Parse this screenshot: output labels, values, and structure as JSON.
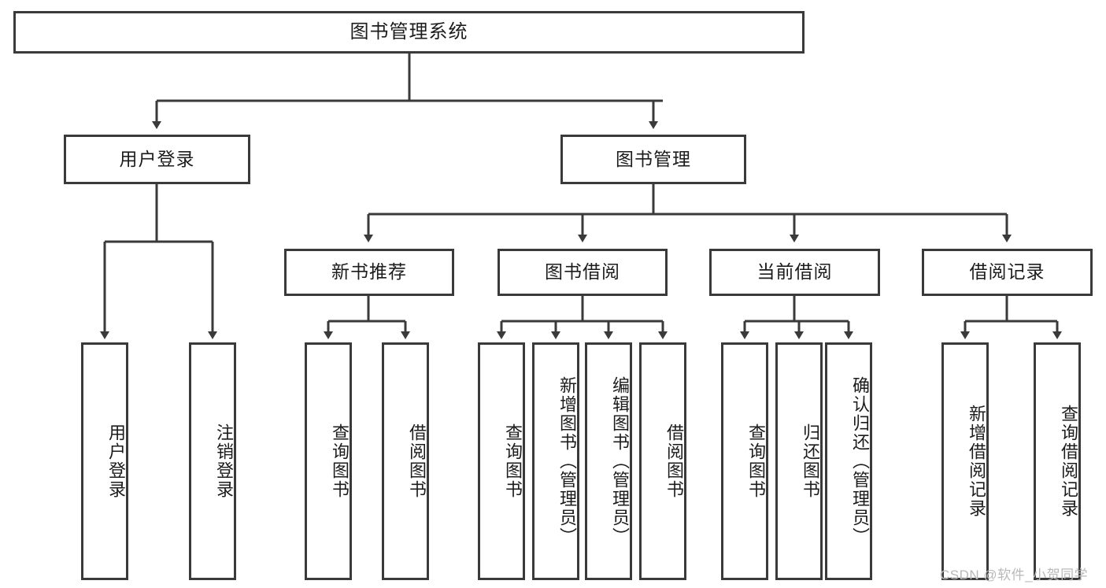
{
  "diagram": {
    "title": "图书管理系统",
    "type": "tree-hierarchy-diagram",
    "watermark": "CSDN @软件_小贺同学",
    "colors": {
      "border": "#3a3a3a",
      "background": "#ffffff",
      "text": "#1c1c1c",
      "watermark": "#b9b9b9"
    },
    "levels": {
      "root": {
        "label": "图书管理系统"
      },
      "level2": [
        {
          "id": "user-login",
          "label": "用户登录"
        },
        {
          "id": "book-manage",
          "label": "图书管理"
        }
      ],
      "level3": [
        {
          "id": "new-book-recommend",
          "label": "新书推荐"
        },
        {
          "id": "book-borrow",
          "label": "图书借阅"
        },
        {
          "id": "current-borrow",
          "label": "当前借阅"
        },
        {
          "id": "borrow-record",
          "label": "借阅记录"
        }
      ],
      "leaves": {
        "user_login": [
          {
            "id": "leaf-user-login",
            "label": "用户登录"
          },
          {
            "id": "leaf-logout-login",
            "label": "注销登录"
          }
        ],
        "new_book_recommend": [
          {
            "id": "leaf-query-book-1",
            "label": "查询图书"
          },
          {
            "id": "leaf-borrow-book-1",
            "label": "借阅图书"
          }
        ],
        "book_borrow": [
          {
            "id": "leaf-query-book-2",
            "label": "查询图书"
          },
          {
            "id": "leaf-add-book",
            "label": "新增图书（管理员）"
          },
          {
            "id": "leaf-edit-book",
            "label": "编辑图书（管理员）"
          },
          {
            "id": "leaf-borrow-book-2",
            "label": "借阅图书"
          }
        ],
        "current_borrow": [
          {
            "id": "leaf-query-book-3",
            "label": "查询图书"
          },
          {
            "id": "leaf-return-book",
            "label": "归还图书"
          },
          {
            "id": "leaf-confirm-return",
            "label": "确认归还（管理员）"
          }
        ],
        "borrow_record": [
          {
            "id": "leaf-add-record",
            "label": "新增借阅记录"
          },
          {
            "id": "leaf-query-record",
            "label": "查询借阅记录"
          }
        ]
      }
    }
  }
}
